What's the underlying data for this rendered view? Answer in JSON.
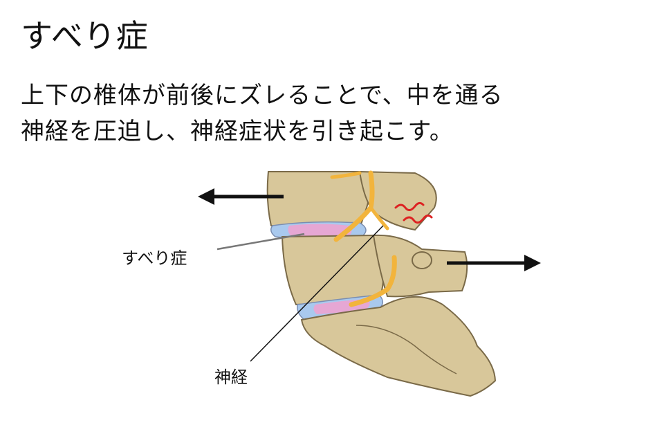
{
  "title": "すべり症",
  "description": {
    "line1": "上下の椎体が前後にズレることで、中を通る",
    "line2": "神経を圧迫し、神経症状を引き起こす。"
  },
  "labels": {
    "slip": "すべり症",
    "nerve": "神経"
  },
  "colors": {
    "bone": "#d8c79a",
    "bone_outline": "#7a6a48",
    "disc_blue": "#a9c9ee",
    "disc_pink": "#e6a7d4",
    "nerve": "#f2b43c",
    "pain": "#dd2222",
    "arrow": "#111111"
  }
}
